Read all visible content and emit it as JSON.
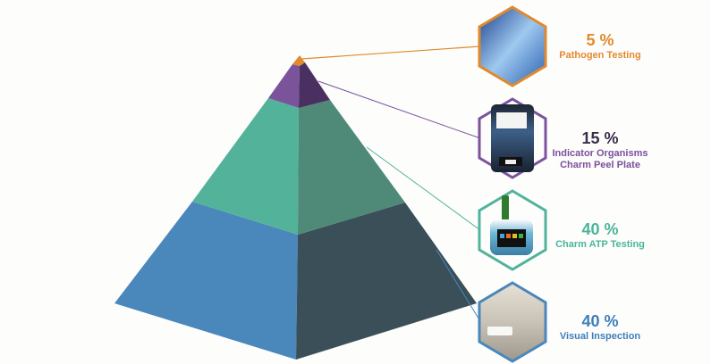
{
  "tiers": [
    {
      "percent": "5 %",
      "label_lines": [
        "Pathogen Testing"
      ],
      "image": "bacteria-image",
      "color": "#e0892e",
      "dark": "#c06a1a",
      "text_color": "#e38a2e",
      "pct_color": "#e38a2e"
    },
    {
      "percent": "15 %",
      "label_lines": [
        "Indicator Organisms",
        "Charm Peel Plate"
      ],
      "image": "peel-plate-reader-image",
      "color": "#7b539b",
      "dark": "#4a3060",
      "text_color": "#7b4f9c",
      "pct_color": "#3b2f4a"
    },
    {
      "percent": "40 %",
      "label_lines": [
        "Charm ATP Testing"
      ],
      "image": "atp-luminometer-image",
      "color": "#52b39a",
      "dark": "#4f8a78",
      "text_color": "#4bb59a",
      "pct_color": "#4bb59a"
    },
    {
      "percent": "40 %",
      "label_lines": [
        "Visual Inspection"
      ],
      "image": "visual-inspection-image",
      "color": "#4a87bb",
      "dark": "#3a4f58",
      "text_color": "#3e7fb8",
      "pct_color": "#3e7fb8"
    }
  ]
}
